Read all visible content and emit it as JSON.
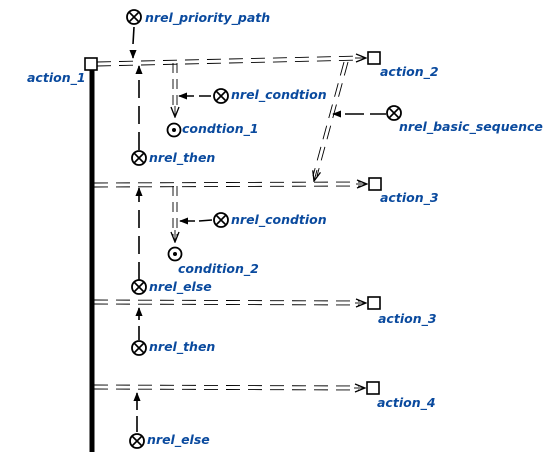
{
  "colors": {
    "label": "#0a4a9e",
    "stroke": "#000000"
  },
  "nodes": {
    "action_1": "action_1",
    "action_2": "action_2",
    "action_3a": "action_3",
    "action_3b": "action_3",
    "action_4": "action_4",
    "nrel_priority_path": "nrel_priority_path",
    "nrel_condtion_1": "nrel_condtion",
    "condtion_1": "condtion_1",
    "nrel_then_1": "nrel_then",
    "nrel_basic_sequence": "nrel_basic_sequence",
    "nrel_condtion_2": "nrel_condtion",
    "condition_2": "condition_2",
    "nrel_else_1": "nrel_else",
    "nrel_then_2": "nrel_then",
    "nrel_else_2": "nrel_else"
  }
}
